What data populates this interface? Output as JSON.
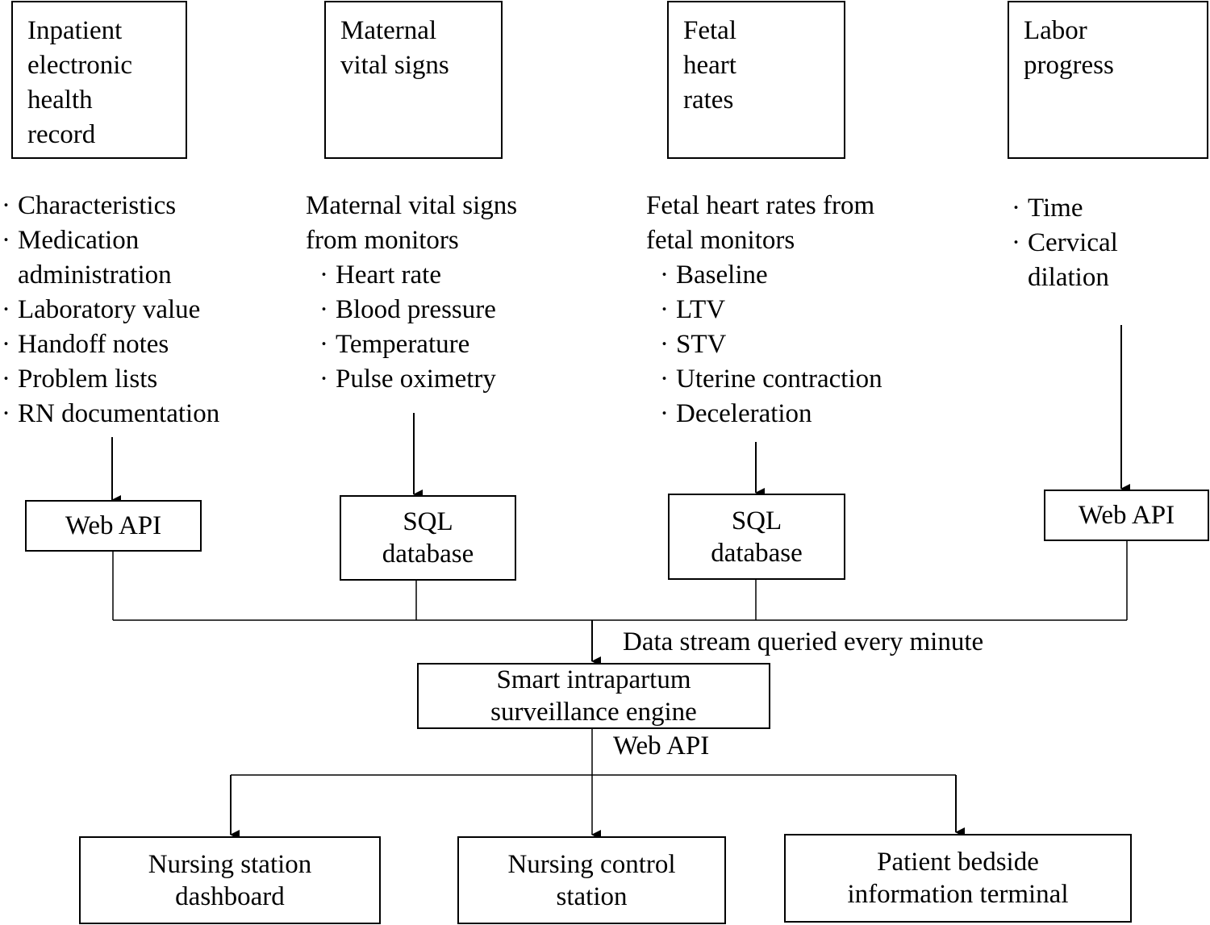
{
  "sources": [
    {
      "title": "Inpatient electronic health record",
      "lines": [
        "Inpatient",
        "electronic",
        "health",
        "record"
      ]
    },
    {
      "title": "Maternal vital signs",
      "lines": [
        "Maternal",
        "vital signs"
      ]
    },
    {
      "title": "Fetal heart rates",
      "lines": [
        "Fetal",
        "heart",
        "rates"
      ]
    },
    {
      "title": "Labor progress",
      "lines": [
        "Labor",
        "progress"
      ]
    }
  ],
  "details": {
    "ehr": {
      "items": [
        "Characteristics",
        "Medication",
        "administration",
        "Laboratory value",
        "Handoff notes",
        "Problem lists",
        "RN documentation"
      ]
    },
    "maternal": {
      "heading_lines": [
        "Maternal vital signs",
        "from monitors"
      ],
      "items": [
        "Heart rate",
        "Blood pressure",
        "Temperature",
        "Pulse oximetry"
      ]
    },
    "fetal": {
      "heading_lines": [
        "Fetal heart rates from",
        "fetal monitors"
      ],
      "items": [
        "Baseline",
        "LTV",
        "STV",
        "Uterine contraction",
        "Deceleration"
      ]
    },
    "labor": {
      "items": [
        "Time",
        "Cervical",
        "dilation"
      ]
    }
  },
  "bullet": "·",
  "interfaces": [
    "Web API",
    "SQL database",
    "SQL database",
    "Web API"
  ],
  "interface_lines": [
    [
      "Web API"
    ],
    [
      "SQL",
      "database"
    ],
    [
      "SQL",
      "database"
    ],
    [
      "Web API"
    ]
  ],
  "stream_label": "Data stream queried every minute",
  "engine": {
    "lines": [
      "Smart intrapartum",
      "surveillance engine"
    ]
  },
  "engine_output_label": "Web API",
  "outputs": [
    {
      "lines": [
        "Nursing station",
        "dashboard"
      ]
    },
    {
      "lines": [
        "Nursing control",
        "station"
      ]
    },
    {
      "lines": [
        "Patient bedside",
        "information terminal"
      ]
    }
  ]
}
